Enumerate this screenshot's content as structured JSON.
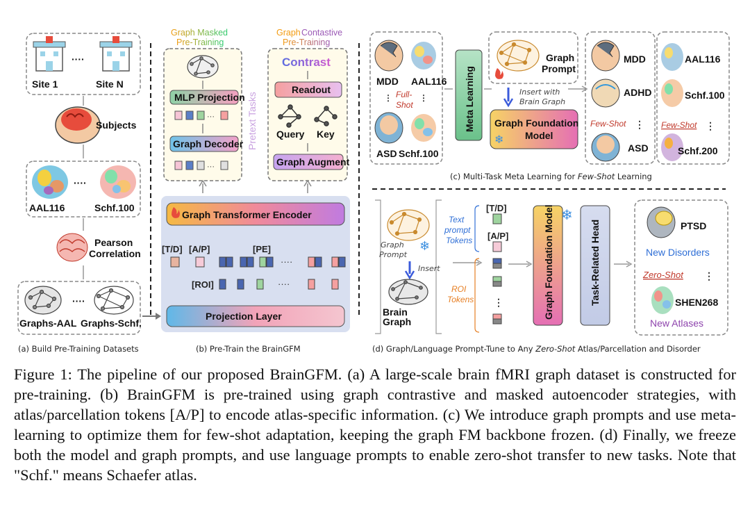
{
  "panel_a": {
    "site1": "Site 1",
    "siteN": "Site N",
    "dots": "····",
    "subjects": "Subjects",
    "aal116": "AAL116",
    "schf100": "Schf.100",
    "pearson1": "Pearson",
    "pearson2": "Correlation",
    "graphs_aal": "Graphs-AAL",
    "graphs_schf": "Graphs-Schf.",
    "caption": "(a) Build  Pre-Training Datasets"
  },
  "panel_b": {
    "masked_title1": "Graph Masked",
    "masked_title2": "Pre-Training",
    "contrast_title1": "Graph",
    "contrast_title1b": "Contastive",
    "contrast_title2": "Pre-Training",
    "mlp_projection": "MLP Projection",
    "graph_decoder": "Graph Decoder",
    "contrast": "Contrast",
    "readout": "Readout",
    "query": "Query",
    "key": "Key",
    "graph_augment": "Graph Augment",
    "pretext_tasks": "Pretext Tasks",
    "encoder": "Graph Transformer Encoder",
    "td": "[T/D]",
    "ap": "[A/P]",
    "pe": "[PE]",
    "roi": "[ROI]",
    "dots": "····",
    "projection_layer": "Projection Layer",
    "caption": "(b) Pre-Train the BrainGFM"
  },
  "panel_c": {
    "mdd": "MDD",
    "aal116": "AAL116",
    "full": "Full-",
    "shot": "Shot",
    "asd": "ASD",
    "schf100": "Schf.100",
    "meta_learning": "Meta Learning",
    "graph": "Graph",
    "prompt": "Prompt",
    "insert_with": "Insert with",
    "brain_graph": "Brain Graph",
    "gfm1": "Graph Foundation",
    "gfm2": "Model",
    "mdd_r": "MDD",
    "adhd": "ADHD",
    "few_shot": "Few-Shot",
    "asd_r": "ASD",
    "aal116_r": "AAL116",
    "schf100_r": "Schf.100",
    "few_shot2": "Few-Shot",
    "schf200": "Schf.200",
    "caption_pre": "(c) Multi-Task Meta Learning for ",
    "caption_em": "Few-Shot",
    "caption_post": " Learning"
  },
  "panel_d": {
    "graph": "Graph",
    "prompt": "Prompt",
    "insert": "Insert",
    "brain": "Brain",
    "graph2": "Graph",
    "text1": "Text",
    "text2": "prompt",
    "text3": "Tokens",
    "roi1": "ROI",
    "roi2": "Tokens",
    "td": "[T/D]",
    "ap": "[A/P]",
    "gfm": "Graph Foundation Model",
    "head": "Task-Related Head",
    "ptsd": "PTSD",
    "new_disorders": "New Disorders",
    "zero_shot": "Zero-Shot",
    "shen268": "SHEN268",
    "new_atlases": "New Atlases",
    "caption_pre": "(d) Graph/Language Prompt-Tune to Any ",
    "caption_em": "Zero-Shot",
    "caption_post": " Atlas/Parcellation and Disorder"
  },
  "caption": "Figure 1: The pipeline of our proposed BrainGFM. (a) A large-scale brain fMRI graph dataset is constructed for pre-training. (b) BrainGFM is pre-trained using graph contrastive and masked autoencoder strategies, with atlas/parcellation tokens [A/P] to encode atlas-specific information. (c) We introduce graph prompts and use meta-learning to optimize them for few-shot adaptation, keeping the graph FM backbone frozen. (d) Finally, we freeze both the model and graph prompts, and use language prompts to enable zero-shot transfer to new tasks. Note that \"Schf.\" means Schaefer atlas.",
  "colors": {
    "orange": "#f39c12",
    "purple": "#9b59b6",
    "blue": "#2f6fd6",
    "encoder_bg": "#d8dff0"
  }
}
